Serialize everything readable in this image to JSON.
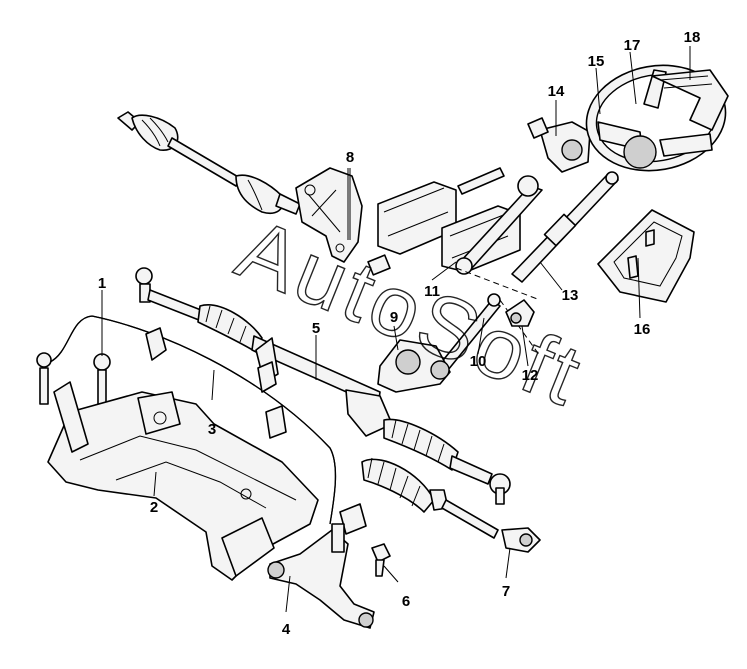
{
  "watermark": {
    "text": "AutoSoft"
  },
  "callouts": [
    {
      "id": "1",
      "label": "1"
    },
    {
      "id": "2",
      "label": "2"
    },
    {
      "id": "3",
      "label": "3"
    },
    {
      "id": "4",
      "label": "4"
    },
    {
      "id": "5",
      "label": "5"
    },
    {
      "id": "6",
      "label": "6"
    },
    {
      "id": "7",
      "label": "7"
    },
    {
      "id": "8",
      "label": "8"
    },
    {
      "id": "9",
      "label": "9"
    },
    {
      "id": "10",
      "label": "10"
    },
    {
      "id": "11",
      "label": "11"
    },
    {
      "id": "12",
      "label": "12"
    },
    {
      "id": "13",
      "label": "13"
    },
    {
      "id": "14",
      "label": "14"
    },
    {
      "id": "15",
      "label": "15"
    },
    {
      "id": "16",
      "label": "16"
    },
    {
      "id": "17",
      "label": "17"
    },
    {
      "id": "18",
      "label": "18"
    }
  ]
}
